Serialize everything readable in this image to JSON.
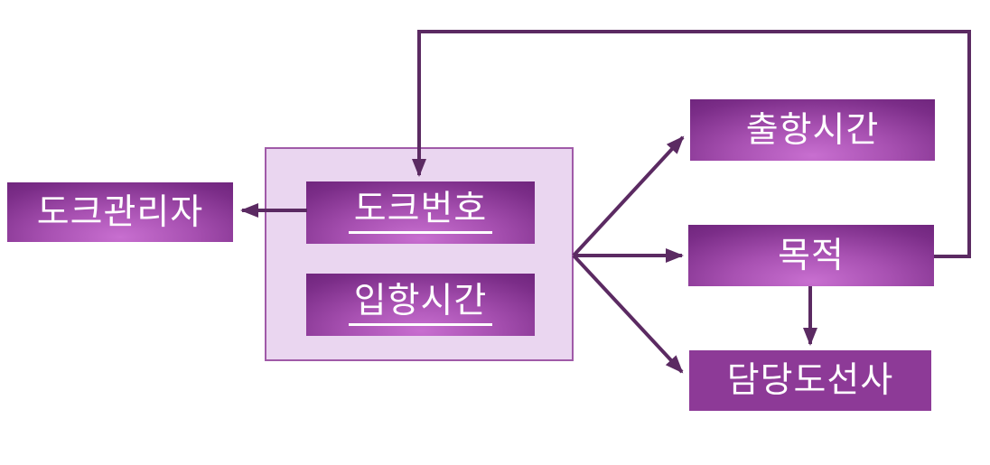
{
  "diagram": {
    "type": "entity-relationship-diagram",
    "nodes": {
      "dock_manager": {
        "label": "도크관리자",
        "style": "gradient"
      },
      "dock_number": {
        "label": "도크번호",
        "style": "gradient",
        "underlined": true
      },
      "arrival_time": {
        "label": "입항시간",
        "style": "gradient",
        "underlined": true
      },
      "departure_time": {
        "label": "출항시간",
        "style": "gradient"
      },
      "purpose": {
        "label": "목적",
        "style": "gradient"
      },
      "pilot": {
        "label": "담당도선사",
        "style": "flat"
      }
    },
    "attribute_group": {
      "members": [
        "dock_number",
        "arrival_time"
      ]
    },
    "edges": [
      {
        "from": "purpose",
        "to": "dock_number",
        "route": "right-edge up, across top, down into dock_number top",
        "arrow_at": "dock_number"
      },
      {
        "from": "dock_number",
        "to": "dock_manager",
        "route": "straight left",
        "arrow_at": "dock_manager"
      },
      {
        "from": "attribute_group",
        "to": "departure_time",
        "route": "diagonal up-right",
        "arrow_at": "departure_time"
      },
      {
        "from": "attribute_group",
        "to": "purpose",
        "route": "straight right",
        "arrow_at": "purpose"
      },
      {
        "from": "attribute_group",
        "to": "pilot",
        "route": "diagonal down-right",
        "arrow_at": "pilot"
      },
      {
        "from": "purpose",
        "to": "pilot",
        "route": "straight down",
        "arrow_at": "pilot"
      }
    ],
    "colors": {
      "node_gradient_center": "#c86fd0",
      "node_gradient_mid": "#a851b2",
      "node_gradient_edge": "#511261",
      "pilot_flat_fill": "#8d3a97",
      "group_fill": "#ead6f0",
      "group_border": "#a05aa8",
      "connector": "#5b2a62",
      "label_text": "#ffffff",
      "background": "#ffffff"
    }
  }
}
